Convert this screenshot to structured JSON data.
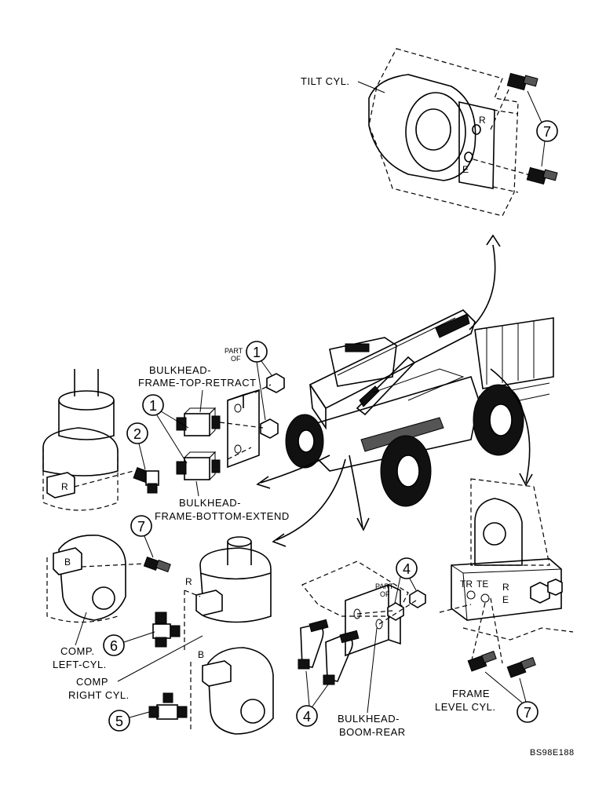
{
  "labels": {
    "tilt_cyl": "TILT CYL.",
    "bulkhead_top_line1": "BULKHEAD-",
    "bulkhead_top_line2": "FRAME-TOP-RETRACT",
    "bulkhead_bottom_line1": "BULKHEAD-",
    "bulkhead_bottom_line2": "FRAME-BOTTOM-EXTEND",
    "comp_left_line1": "COMP.",
    "comp_left_line2": "LEFT-CYL.",
    "comp_right_line1": "COMP",
    "comp_right_line2": "RIGHT CYL.",
    "bulkhead_boom_line1": "BULKHEAD-",
    "bulkhead_boom_line2": "BOOM-REAR",
    "frame_level_line1": "FRAME",
    "frame_level_line2": "LEVEL CYL.",
    "part_of_line1": "PART",
    "part_of_line2": "OF",
    "figure_code": "BS98E188"
  },
  "ports": {
    "R": "R",
    "E": "E",
    "B": "B",
    "TR": "TR",
    "TE": "TE"
  },
  "callouts": {
    "c1": "1",
    "c2": "2",
    "c4": "4",
    "c5": "5",
    "c6": "6",
    "c7": "7"
  }
}
